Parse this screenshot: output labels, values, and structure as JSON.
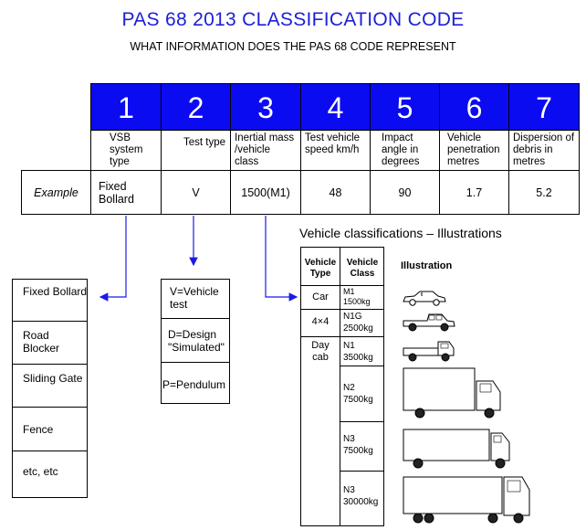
{
  "header": {
    "title": "PAS 68  2013 CLASSIFICATION CODE",
    "subtitle": "WHAT INFORMATION DOES THE PAS 68 CODE REPRESENT"
  },
  "code": {
    "columns": [
      {
        "num": "1",
        "desc": "VSB system type",
        "example": "Fixed Bollard"
      },
      {
        "num": "2",
        "desc": "Test type",
        "example": "V"
      },
      {
        "num": "3",
        "desc": "Inertial mass /vehicle class",
        "example": "1500(M1)"
      },
      {
        "num": "4",
        "desc": "Test vehicle speed km/h",
        "example": "48"
      },
      {
        "num": "5",
        "desc": "Impact angle in degrees",
        "example": "90"
      },
      {
        "num": "6",
        "desc": "Vehicle penetration metres",
        "example": "1.7"
      },
      {
        "num": "7",
        "desc": "Dispersion of debris in metres",
        "example": "5.2"
      }
    ],
    "example_label": "Example"
  },
  "vsb_types": [
    "Fixed Bollard",
    "Road Blocker",
    "Sliding Gate",
    "Fence",
    "etc, etc"
  ],
  "test_types": [
    "V=Vehicle test",
    "D=Design \"Simulated\"",
    "P=Pendulum"
  ],
  "vehicle_section": {
    "heading": "Vehicle classifications – Illustrations",
    "col_type": "Vehicle Type",
    "col_class": "Vehicle Class",
    "col_illustration": "Illustration",
    "rows": [
      {
        "type": "Car",
        "class": "M1 1500kg"
      },
      {
        "type": "4×4",
        "class": "N1G 2500kg"
      },
      {
        "type": "Day cab",
        "class": "N1 3500kg"
      },
      {
        "type": "",
        "class": "N2 7500kg"
      },
      {
        "type": "",
        "class": "N3 7500kg"
      },
      {
        "type": "",
        "class": "N3 30000kg"
      }
    ]
  },
  "colors": {
    "accent_blue": "#0b0bf2",
    "title_blue": "#1d20d6"
  }
}
